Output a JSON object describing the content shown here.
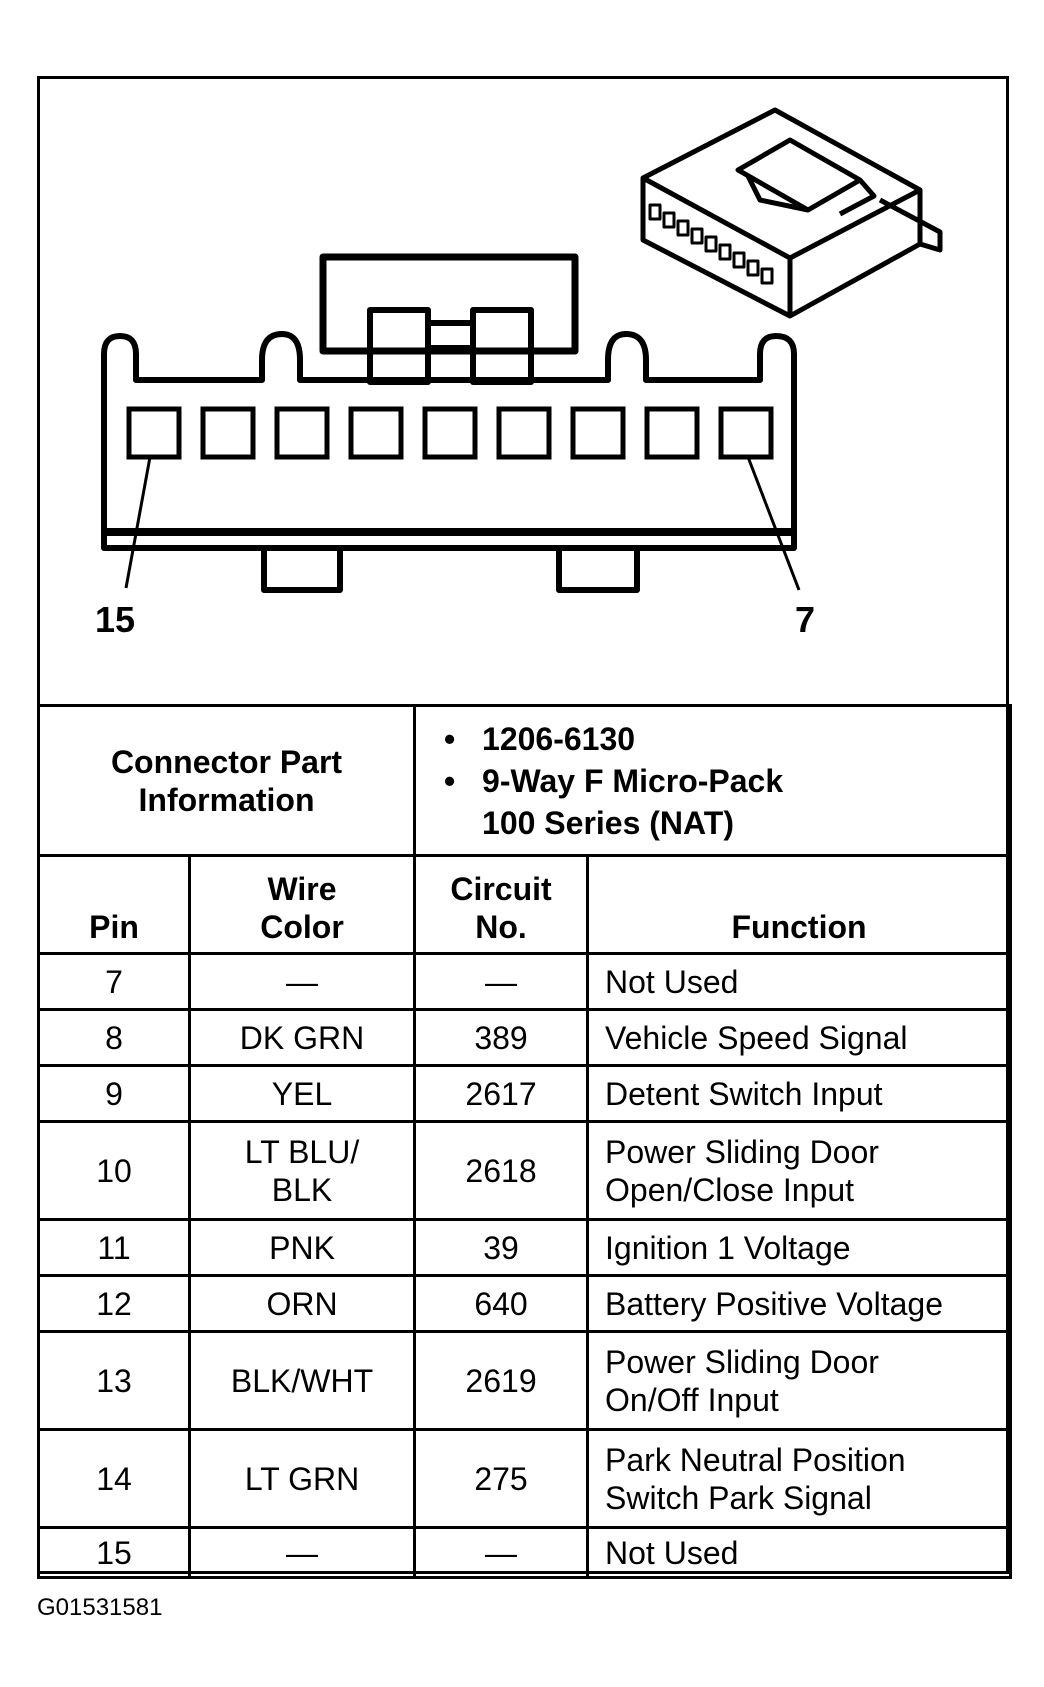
{
  "pin_labels": {
    "left": "15",
    "right": "7"
  },
  "connector_info": {
    "label_line1": "Connector Part",
    "label_line2": "Information",
    "part_numbers": [
      "1206-6130",
      "9-Way F Micro-Pack",
      "100 Series (NAT)"
    ]
  },
  "table": {
    "headers": {
      "pin": "Pin",
      "wire_line1": "Wire",
      "wire_line2": "Color",
      "circuit_line1": "Circuit",
      "circuit_line2": "No.",
      "function": "Function"
    },
    "rows": [
      {
        "pin": "7",
        "color1": "—",
        "color2": "",
        "circuit": "—",
        "function1": "Not Used",
        "function2": ""
      },
      {
        "pin": "8",
        "color1": "DK GRN",
        "color2": "",
        "circuit": "389",
        "function1": "Vehicle Speed Signal",
        "function2": ""
      },
      {
        "pin": "9",
        "color1": "YEL",
        "color2": "",
        "circuit": "2617",
        "function1": "Detent Switch Input",
        "function2": ""
      },
      {
        "pin": "10",
        "color1": "LT BLU/",
        "color2": "BLK",
        "circuit": "2618",
        "function1": "Power Sliding Door",
        "function2": "Open/Close Input"
      },
      {
        "pin": "11",
        "color1": "PNK",
        "color2": "",
        "circuit": "39",
        "function1": "Ignition 1 Voltage",
        "function2": ""
      },
      {
        "pin": "12",
        "color1": "ORN",
        "color2": "",
        "circuit": "640",
        "function1": "Battery Positive Voltage",
        "function2": ""
      },
      {
        "pin": "13",
        "color1": "BLK/WHT",
        "color2": "",
        "circuit": "2619",
        "function1": "Power Sliding Door",
        "function2": "On/Off Input"
      },
      {
        "pin": "14",
        "color1": "LT GRN",
        "color2": "",
        "circuit": "275",
        "function1": "Park Neutral Position",
        "function2": "Switch Park Signal"
      },
      {
        "pin": "15",
        "color1": "—",
        "color2": "",
        "circuit": "—",
        "function1": "Not Used",
        "function2": ""
      }
    ]
  },
  "ref_code": "G01531581"
}
